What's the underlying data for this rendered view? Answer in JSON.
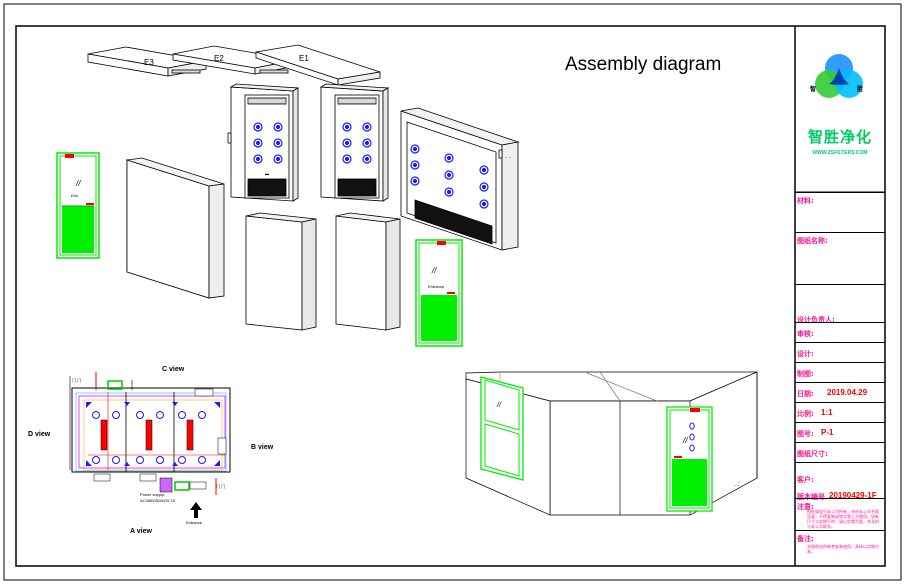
{
  "title": "Assembly diagram",
  "parts": {
    "e3": "E3",
    "e2": "E2",
    "e1": "E1",
    "exit": "Exit",
    "entrance": "Entrance",
    "dots": ". :"
  },
  "plan": {
    "c_view": "C view",
    "a_view": "A view",
    "b_view": "B view",
    "d_view": "D view",
    "power": "Power supply:",
    "power_spec": "AC380V/50HZ/5.7A",
    "entrance": "Entrance",
    "door_label": "门 门"
  },
  "brand": {
    "name": "智胜净化",
    "website": "WWW.ZSFILTERS.COM",
    "logo_left": "智",
    "logo_right": "胜"
  },
  "title_block": {
    "material": "材料:",
    "drawing_name": "图纸名称:",
    "designer_lead": "设计负责人:",
    "review": "审核:",
    "design": "设计:",
    "drafting": "制图:",
    "date_label": "日期:",
    "date_value": "2019.04.29",
    "scale_label": "比例:",
    "scale_value": "1:1",
    "drawing_no_label": "图号:",
    "drawing_no_value": "P-1",
    "paper_size": "图纸尺寸:",
    "customer": "客户:",
    "version_label": "版本编号",
    "version_value": "20190429-1F",
    "notes_label": "注意:",
    "notes_text": "图纸版权归本公司所有，未经本公司书面同意，不得复制或转交第三方使用。如有尺寸与实物不符，请以实物为准，并及时与本公司联系。",
    "remarks_label": "备注:",
    "remarks_text": "本图纸仅供参考安装使用，具体以实物为准。"
  },
  "colors": {
    "green": "#00ee00",
    "frame": "#000000",
    "nozzle": "#1a1aff",
    "accent": "#ff1493",
    "red": "#ff0000"
  }
}
